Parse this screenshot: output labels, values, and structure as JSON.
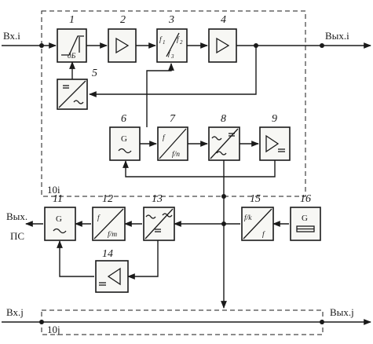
{
  "io": {
    "input_i": "Вх.i",
    "output_i": "Вых.i",
    "output_ps_1": "Вых.",
    "output_ps_2": "ПС",
    "input_j": "Вх.j",
    "output_j": "Вых.j"
  },
  "frames": {
    "unit_i": "10i",
    "unit_j": "10j"
  },
  "blocks": {
    "b1": {
      "number": "1",
      "inner": "дБ"
    },
    "b2": {
      "number": "2"
    },
    "b3": {
      "number": "3",
      "f1": "f",
      "s1": "1",
      "f2": "f",
      "s2": "2",
      "f3": "f",
      "s3": "3"
    },
    "b4": {
      "number": "4"
    },
    "b5": {
      "number": "5"
    },
    "b6": {
      "number": "6",
      "g": "G"
    },
    "b7": {
      "number": "7",
      "top": "f",
      "bottom": "f/n"
    },
    "b8": {
      "number": "8"
    },
    "b9": {
      "number": "9"
    },
    "b11": {
      "number": "11",
      "g": "G"
    },
    "b12": {
      "number": "12",
      "top": "f",
      "bottom": "f/m"
    },
    "b13": {
      "number": "13"
    },
    "b14": {
      "number": "14"
    },
    "b15": {
      "number": "15",
      "top": "f/k",
      "bottom": "f"
    },
    "b16": {
      "number": "16",
      "g": "G"
    }
  }
}
